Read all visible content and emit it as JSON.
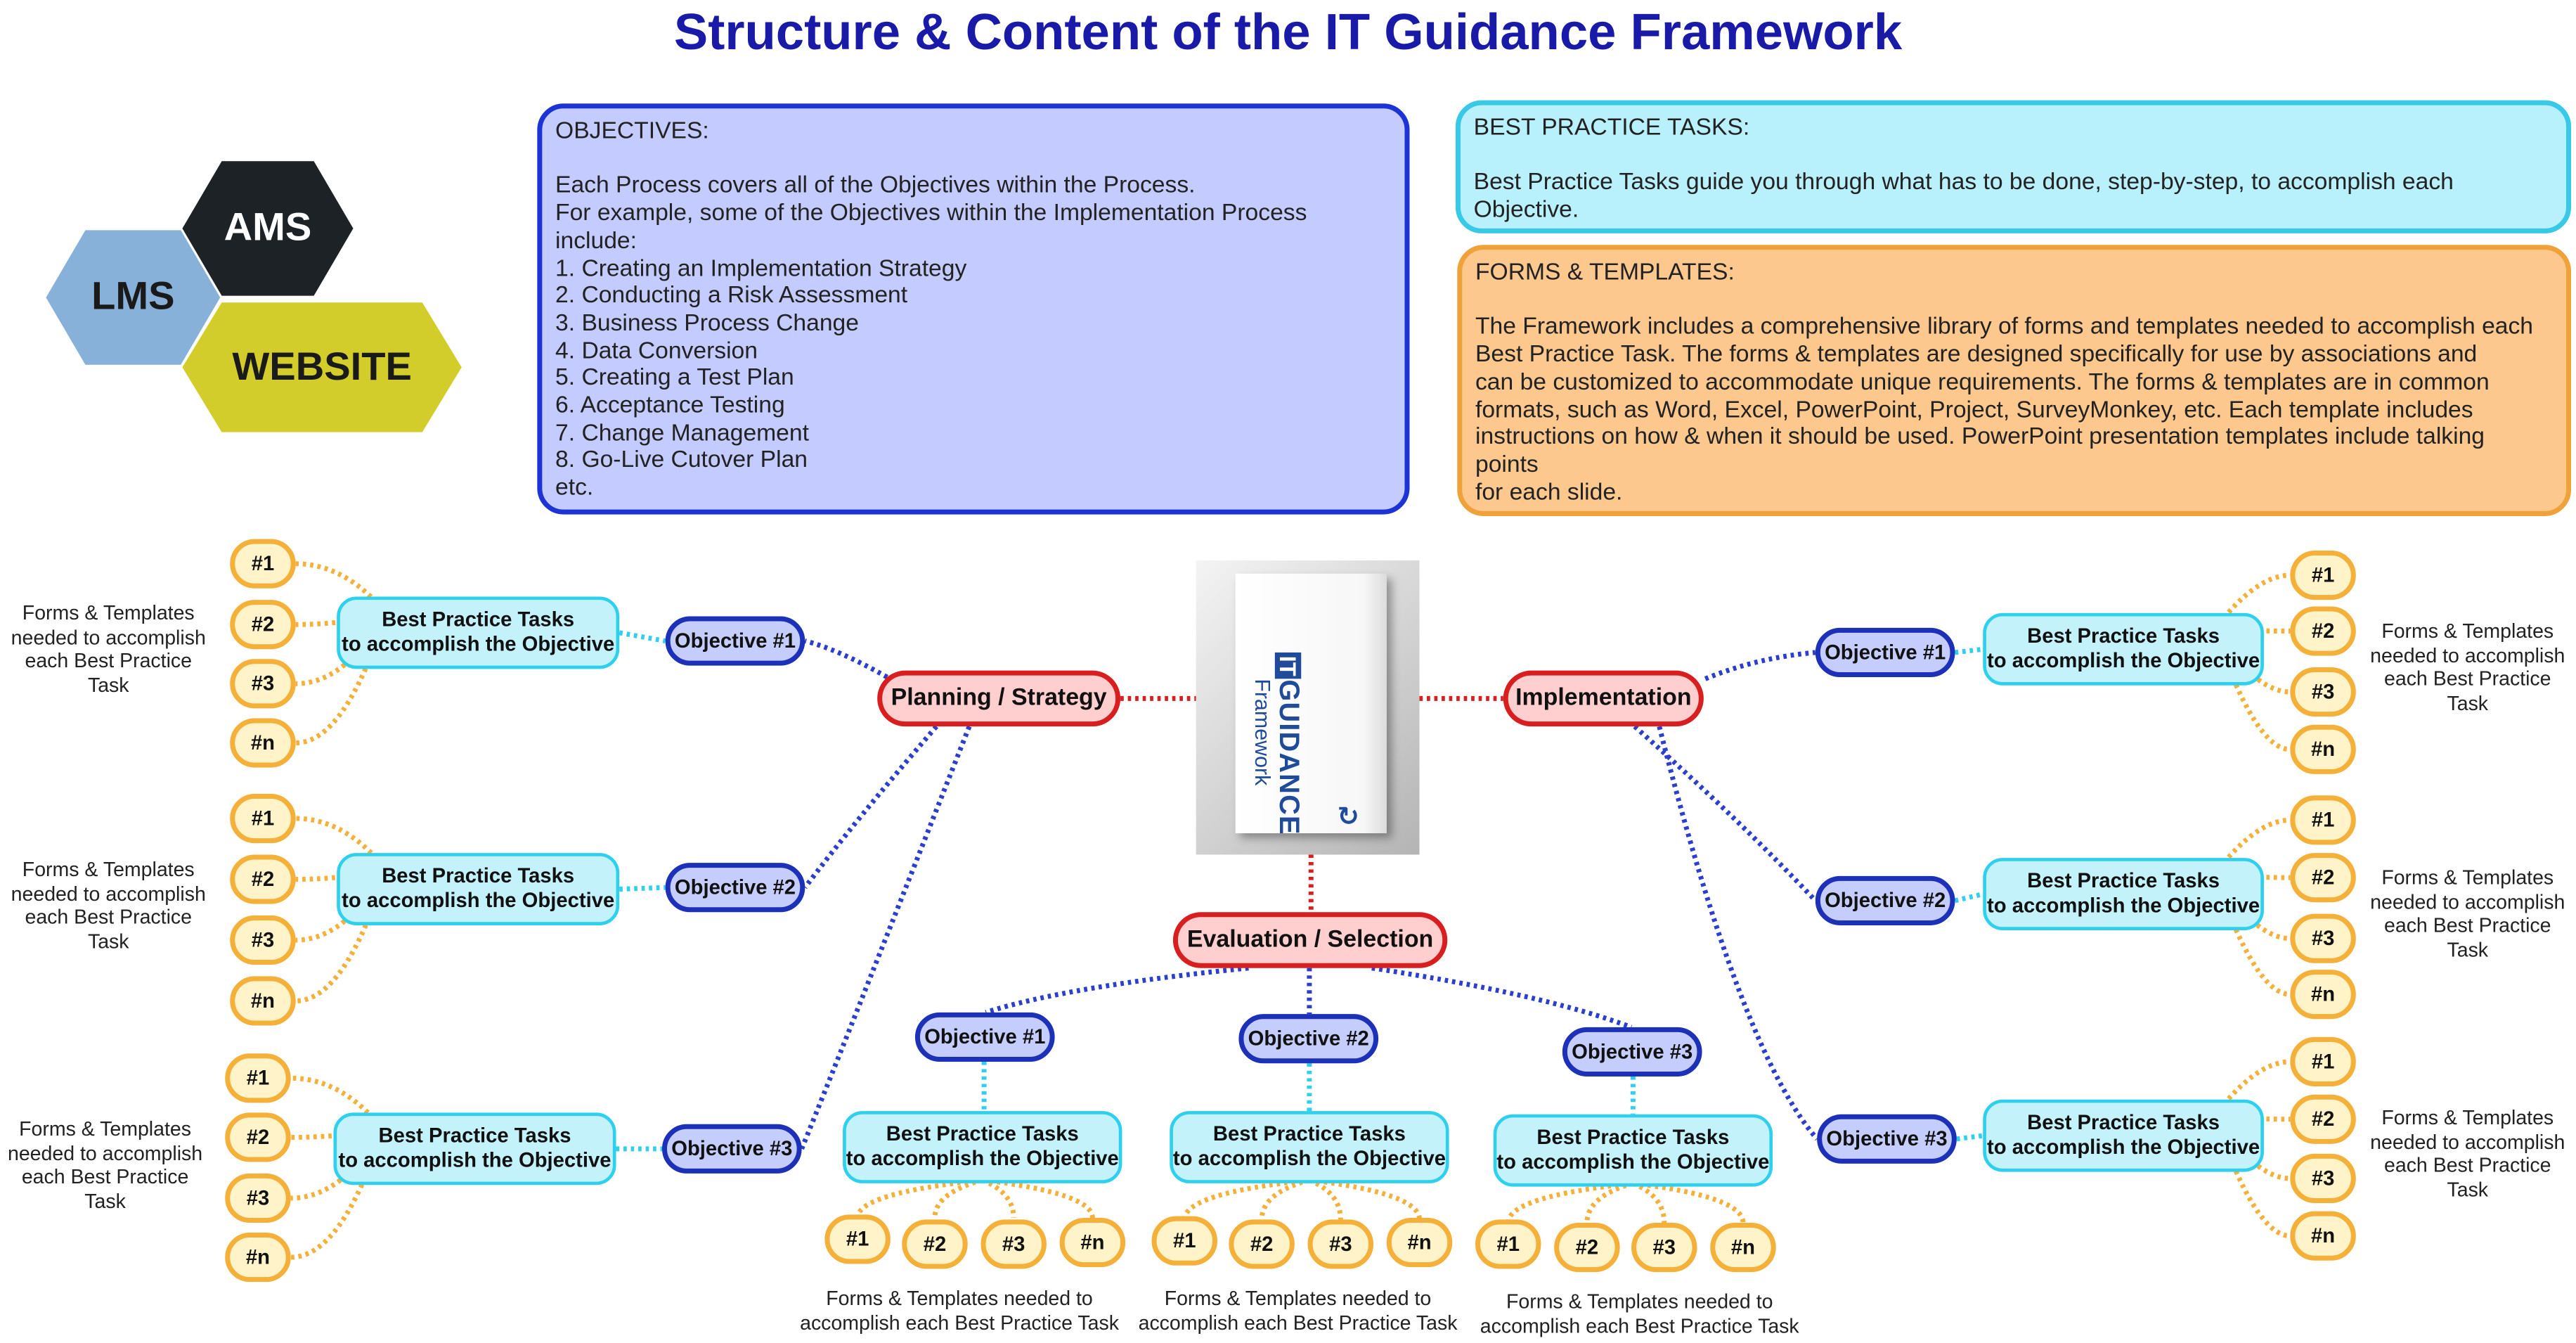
{
  "title": "Structure & Content of the IT Guidance Framework",
  "hexagons": {
    "ams": "AMS",
    "lms": "LMS",
    "website": "WEBSITE"
  },
  "objectives_box": {
    "heading": "OBJECTIVES:",
    "body": "Each Process covers all of the Objectives within the Process.\nFor example, some of the Objectives within the Implementation Process include:\n1.  Creating an Implementation Strategy\n2.  Conducting a Risk Assessment\n3.  Business Process Change\n4.  Data Conversion\n5.  Creating a Test Plan\n6.  Acceptance Testing\n7.  Change Management\n8.  Go-Live Cutover Plan\n etc."
  },
  "best_practice_box": {
    "heading": "BEST PRACTICE TASKS:",
    "body": "Best Practice Tasks guide you through what has to be done, step-by-step, to accomplish each Objective."
  },
  "forms_box": {
    "heading": "FORMS & TEMPLATES:",
    "body": "The Framework includes a comprehensive library of forms and templates needed to accomplish each\nBest Practice Task.  The forms & templates are designed specifically for use by associations and\ncan be customized to accommodate unique requirements. The forms & templates are in common\nformats, such as Word, Excel, PowerPoint, Project, SurveyMonkey, etc. Each template includes\ninstructions on how & when it should be used.  PowerPoint presentation templates include talking points\nfor each slide."
  },
  "center_logo": {
    "it": "IT",
    "guidance": "GUIDANCE",
    "framework": "Framework",
    "icon": "refresh-arrow-icon"
  },
  "processes": {
    "planning": "Planning / Strategy",
    "implementation": "Implementation",
    "evaluation": "Evaluation / Selection"
  },
  "objectives": [
    "Objective #1",
    "Objective #2",
    "Objective #3"
  ],
  "bpt_label": "Best Practice Tasks\nto accomplish the Objective",
  "templates": [
    "#1",
    "#2",
    "#3",
    "#n"
  ],
  "side_label": "Forms & Templates\nneeded to accomplish\neach Best Practice\nTask",
  "bottom_label": "Forms & Templates needed to\naccomplish each Best Practice Task",
  "colors": {
    "title": "#1a1aa8",
    "process_fill": "#ffcfcf",
    "process_border": "#d81e1e",
    "objective_fill": "#c4cdfb",
    "objective_border": "#1c31b8",
    "task_fill": "#c3f2fb",
    "task_border": "#2ed0ee",
    "template_fill": "#fff3c9",
    "template_border": "#f4b038",
    "hex_ams": "#1d2227",
    "hex_lms": "#87b1d8",
    "hex_website": "#d3cd2b"
  }
}
